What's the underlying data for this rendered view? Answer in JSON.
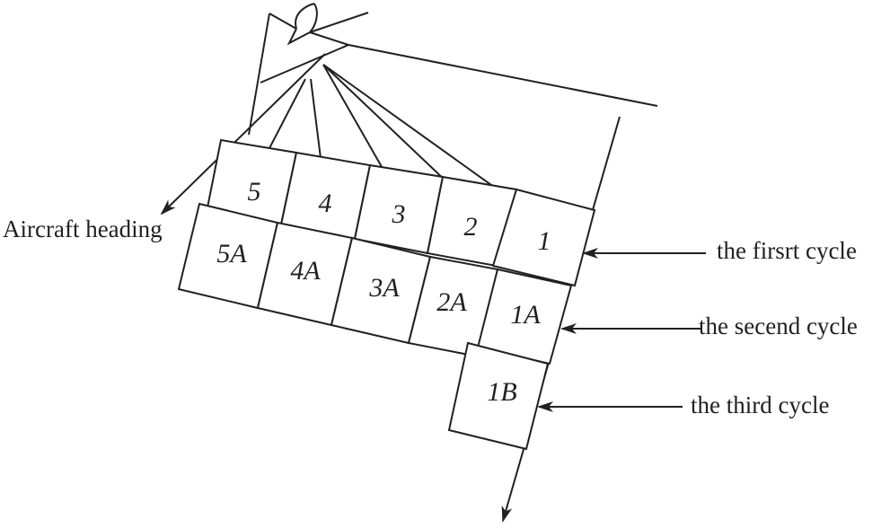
{
  "heading_label": "Aircraft heading",
  "cycles": {
    "first": "the firsrt cycle",
    "second": "the secend cycle",
    "third": "the third cycle"
  },
  "cells": {
    "c1": "1",
    "c2": "2",
    "c3": "3",
    "c4": "4",
    "c5": "5",
    "c1a": "1A",
    "c2a": "2A",
    "c3a": "3A",
    "c4a": "4A",
    "c5a": "5A",
    "c1b": "1B"
  },
  "colors": {
    "ink": "#231f20",
    "background": "#ffffff"
  }
}
